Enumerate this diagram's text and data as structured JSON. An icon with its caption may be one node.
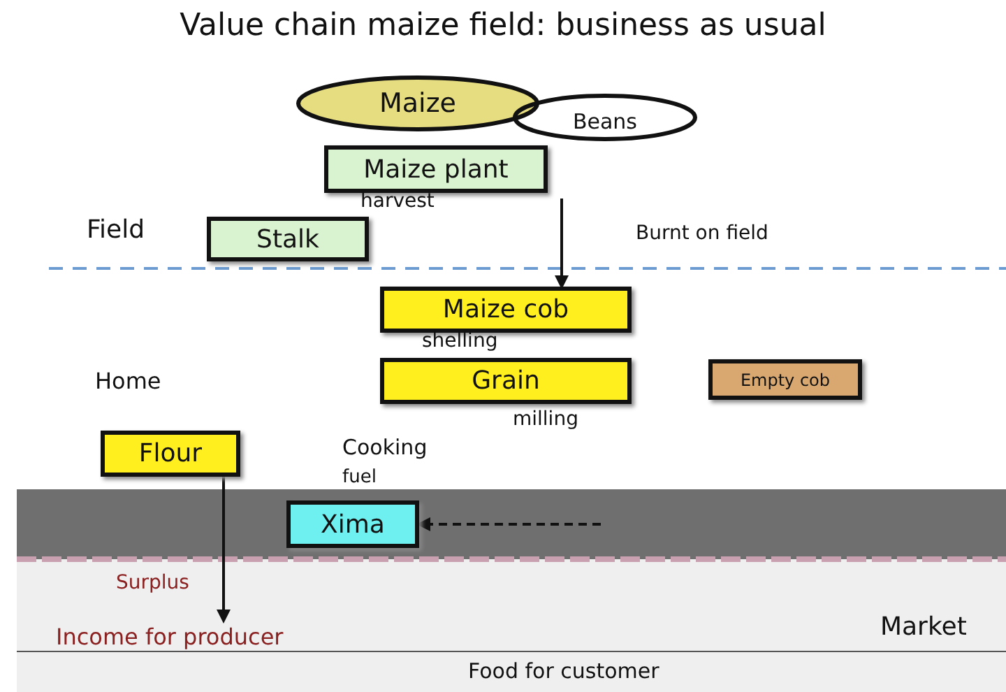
{
  "diagram": {
    "title": "Value chain maize field: business as usual",
    "nodes": [
      {
        "text": [
          "Maize"
        ]
      },
      {
        "text": [
          "Beans"
        ]
      },
      {
        "text": [
          "Maize plant"
        ]
      },
      {
        "text": [
          "Stalk"
        ]
      },
      {
        "text": [
          "Maize cob"
        ]
      },
      {
        "text": [
          "Grain"
        ]
      },
      {
        "text": [
          "Empty cob"
        ]
      },
      {
        "text": [
          "Flour"
        ]
      },
      {
        "text": [
          "Xima"
        ]
      },
      {
        "text": [
          "Income for producer"
        ]
      }
    ],
    "edges": [
      {
        "from": 2,
        "to": 4,
        "arrow": "to"
      },
      {
        "from": null,
        "to": 8,
        "arrow": "to",
        "style": "dashed"
      },
      {
        "from": 7,
        "to": 9,
        "arrow": "to",
        "label": "Surplus"
      }
    ],
    "labels": [
      "harvest",
      "Field",
      "Burnt on field",
      "shelling",
      "Home",
      "milling",
      "Cooking",
      "fuel",
      "Market",
      "Food for customer"
    ]
  }
}
